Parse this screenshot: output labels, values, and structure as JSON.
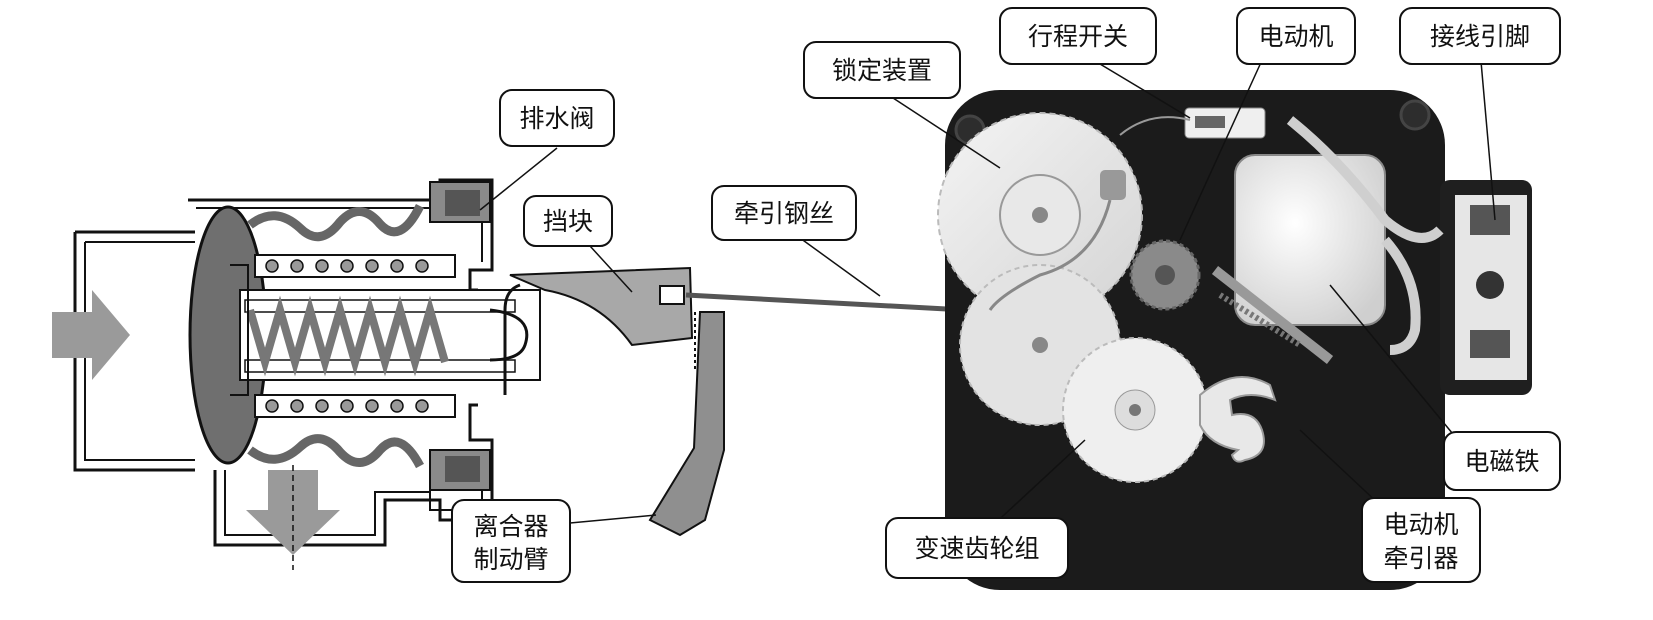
{
  "labels": {
    "drain_valve": "排水阀",
    "stopper": "挡块",
    "traction_wire": "牵引钢丝",
    "clutch_brake_arm_line1": "离合器",
    "clutch_brake_arm_line2": "制动臂",
    "locking_device": "锁定装置",
    "travel_switch": "行程开关",
    "motor": "电动机",
    "terminal_pins": "接线引脚",
    "electromagnet": "电磁铁",
    "gear_set": "变速齿轮组",
    "motor_tractor_line1": "电动机",
    "motor_tractor_line2": "牵引器"
  }
}
